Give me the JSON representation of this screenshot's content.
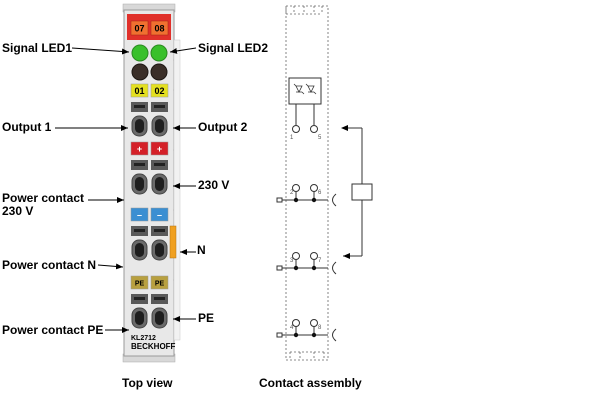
{
  "module": {
    "led_labels": [
      "07",
      "08"
    ],
    "terminal_labels_row1": [
      "01",
      "02"
    ],
    "terminal_labels_row2": [
      "+",
      "+"
    ],
    "terminal_labels_row3": [
      "–",
      "–"
    ],
    "terminal_labels_row4": [
      "PE",
      "PE"
    ],
    "model": "KL2712",
    "brand": "BECKHOFF",
    "colors": {
      "led_header": "#e0302a",
      "led_on": "#39c02b",
      "led_off": "#3a2e28",
      "label_yellow": "#e4e020",
      "label_red": "#d42028",
      "label_blue": "#3b8fd2",
      "label_pe": "#b8a040",
      "n_bar": "#f0a020",
      "body": "#e8e8e8"
    }
  },
  "labels_left": {
    "signal_led1": "Signal LED1",
    "output1": "Output 1",
    "power_contact_230": "Power contact\n230 V",
    "power_contact_n": "Power contact N",
    "power_contact_pe": "Power contact PE"
  },
  "labels_right": {
    "signal_led2": "Signal LED2",
    "output2": "Output 2",
    "v230": "230 V",
    "n": "N",
    "pe": "PE"
  },
  "captions": {
    "top_view": "Top view",
    "contact_assembly": "Contact assembly"
  },
  "pin_numbers": [
    "1",
    "5",
    "2",
    "6",
    "3",
    "7",
    "4",
    "8"
  ]
}
